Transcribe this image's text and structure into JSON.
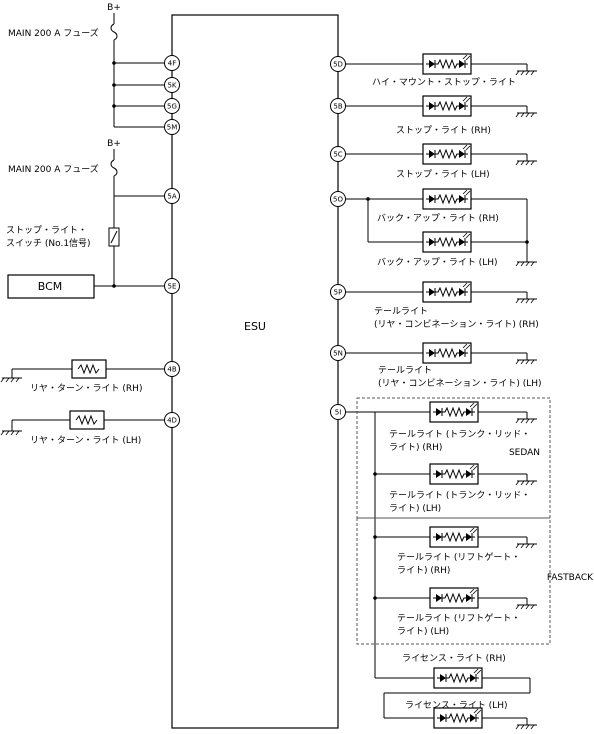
{
  "ecu": {
    "name": "ESU"
  },
  "bplus": "B+",
  "fuse": "MAIN 200 A フューズ",
  "bcm": "BCM",
  "switch": {
    "line1": "ストップ・ライト・",
    "line2": "スイッチ (No.1信号)"
  },
  "pins": {
    "p4F": "4F",
    "p5K": "5K",
    "p5G": "5G",
    "p5M": "5M",
    "p5A": "5A",
    "p5E": "5E",
    "p4B": "4B",
    "p4D": "4D",
    "p5D": "5D",
    "p5B": "5B",
    "p5C": "5C",
    "p5O": "5O",
    "p5P": "5P",
    "p5N": "5N",
    "p5I": "5I"
  },
  "loads": {
    "high_mount": "ハイ・マウント・ストップ・ライト",
    "stop_rh": "ストップ・ライト (RH)",
    "stop_lh": "ストップ・ライト (LH)",
    "back_rh": "バック・アップ・ライト (RH)",
    "back_lh": "バック・アップ・ライト (LH)",
    "tail_rear_rh_1": "テールライト",
    "tail_rear_rh_2": "(リヤ・コンビネーション・ライト) (RH)",
    "tail_rear_lh_1": "テールライト",
    "tail_rear_lh_2": "(リヤ・コンビネーション・ライト) (LH)",
    "rear_turn_rh": "リヤ・ターン・ライト (RH)",
    "rear_turn_lh": "リヤ・ターン・ライト (LH)",
    "trunk_rh_1": "テールライト (トランク・リッド・",
    "trunk_rh_2": "ライト) (RH)",
    "trunk_lh_1": "テールライト (トランク・リッド・",
    "trunk_lh_2": "ライト) (LH)",
    "lift_rh_1": "テールライト (リフトゲート・",
    "lift_rh_2": "ライト) (RH)",
    "lift_lh_1": "テールライト (リフトゲート・",
    "lift_lh_2": "ライト) (LH)",
    "license_rh": "ライセンス・ライト (RH)",
    "license_lh": "ライセンス・ライト (LH)"
  },
  "groups": {
    "sedan": "SEDAN",
    "fastback": "FASTBACK"
  }
}
